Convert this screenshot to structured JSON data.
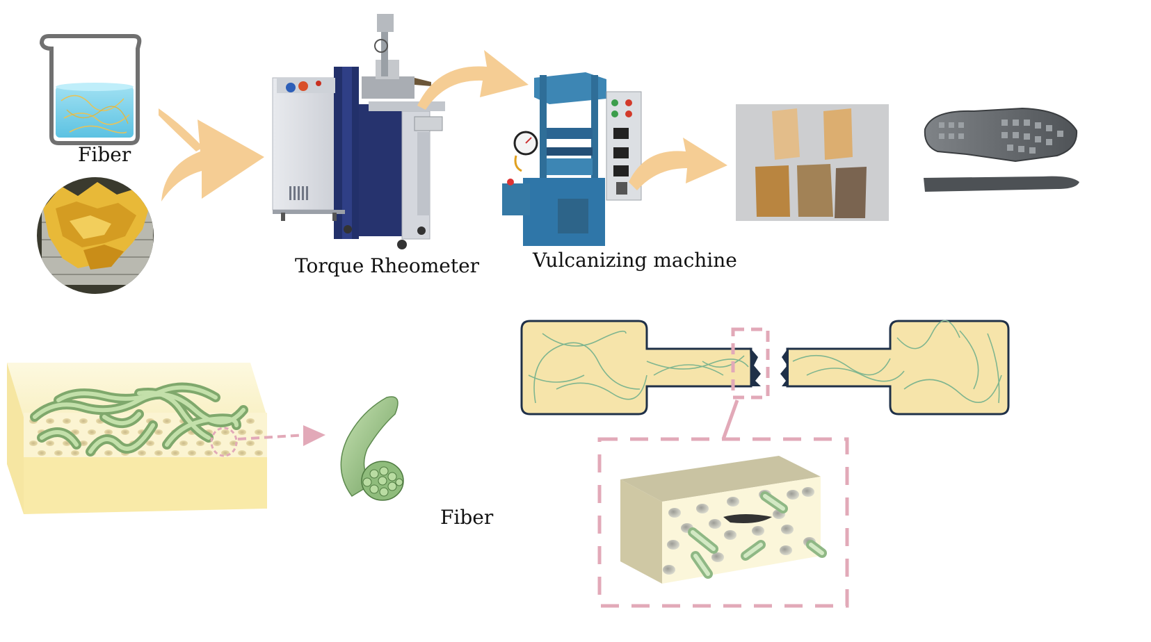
{
  "labels": {
    "fiber_top": "Fiber",
    "torque_rheometer": "Torque Rheometer",
    "vulcanizing_machine": "Vulcanizing machine",
    "fiber_bottom": "Fiber"
  },
  "colors": {
    "arrow": "#f5cd94",
    "rubber_fill": "#f6e4aa",
    "outline_navy": "#1f3048",
    "fiber_green": "#9cc58e",
    "zoom_pink": "#e2a9b8"
  }
}
